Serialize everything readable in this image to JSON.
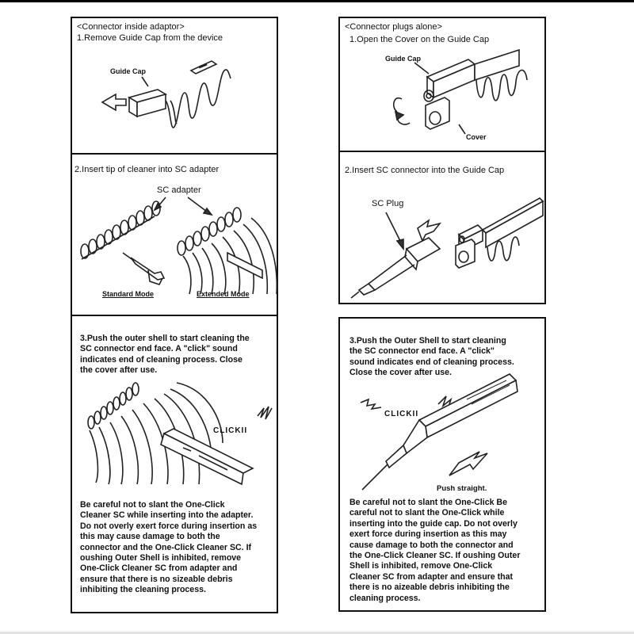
{
  "left": {
    "panel1": {
      "heading": "<Connector inside adaptor>",
      "step": "1.Remove Guide Cap from the device",
      "label_guide_cap": "Guide Cap"
    },
    "panel2": {
      "step": "2.Insert tip of cleaner into SC adapter",
      "label_sc_adapter": "SC adapter",
      "label_standard": "Standard Mode",
      "label_extended": "Extended Mode"
    },
    "panel3": {
      "step": "3.Push the outer shell to start cleaning the\nSC connector end face. A \"click\" sound\nindicates end of cleaning process. Close\nthe cover after use.",
      "click_label": "CLICKII",
      "warning": "Be careful not to slant the One-Click\nCleaner SC while inserting into the adapter.\nDo not overly exert force during insertion as\nthis may cause damage to both the\nconnector and the One-Click Cleaner SC. If\noushing Outer Shell is inhibited, remove\nOne-Click Cleaner SC from adapter and\nensure that there is no sizeable debris\ninhibiting the cleaning process."
    }
  },
  "right": {
    "panel1": {
      "heading": "<Connector plugs alone>",
      "step": "1.Open the Cover on the Guide Cap",
      "label_guide_cap": "Guide Cap",
      "label_cover": "Cover"
    },
    "panel2": {
      "step": "2.Insert SC connector into the Guide Cap",
      "label_sc_plug": "SC Plug"
    },
    "panel3": {
      "step": "3.Push the Outer Shell to start cleaning\nthe SC connector end face. A \"click\"\nsound indicates end of cleaning process.\nClose the cover after use.",
      "click_label": "CLICKII",
      "push_label": "Push straight.",
      "warning": "Be careful not to slant the One-Click Be\ncareful not to slant the One-Click while\ninserting into the guide cap. Do not overly\nexert force during insertion as this may\ncause damage to both the connector and\nthe One-Click Cleaner SC. If oushing Outer\nShell is inhibited, remove One-Click\nCleaner SC from adapter and ensure that\nthere is no aizeable debris inhibiting the\ncleaning process."
    }
  }
}
